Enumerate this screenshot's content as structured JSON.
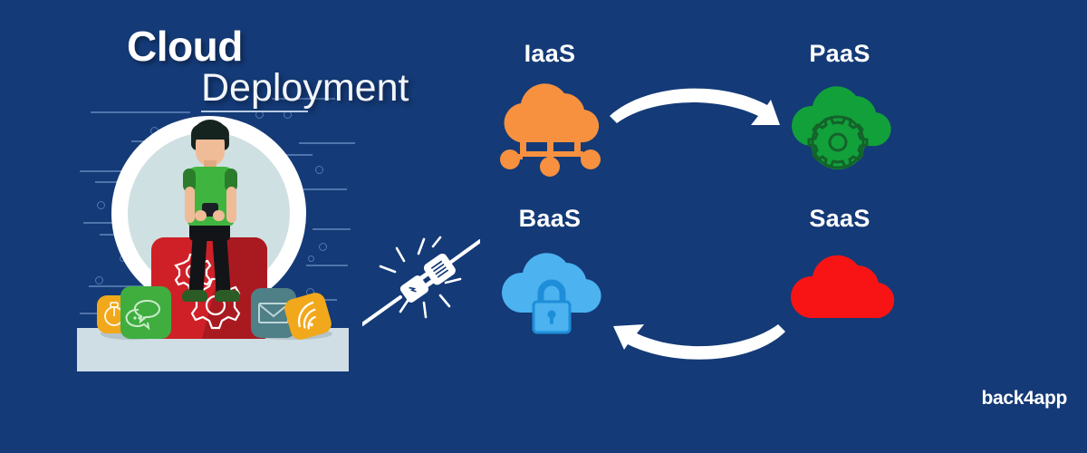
{
  "background_color": "#143a77",
  "title": {
    "line1": "Cloud",
    "line2": "Deployment"
  },
  "brand": {
    "logo_text": "back4app"
  },
  "chart_data": {
    "type": "diagram",
    "title": "Cloud Deployment",
    "layout": "2x2 cycle with curved arrows",
    "nodes": [
      {
        "id": "iaas",
        "label": "IaaS",
        "icon": "cloud-network-icon",
        "color": "#f7913f",
        "position": "top-left"
      },
      {
        "id": "paas",
        "label": "PaaS",
        "icon": "cloud-gear-icon",
        "color": "#12a03a",
        "position": "top-right"
      },
      {
        "id": "saas",
        "label": "SaaS",
        "icon": "cloud-icon",
        "color": "#f81414",
        "position": "bottom-right"
      },
      {
        "id": "baas",
        "label": "BaaS",
        "icon": "cloud-lock-icon",
        "color": "#4cb2f0",
        "position": "bottom-left"
      }
    ],
    "edges": [
      {
        "from": "IaaS",
        "to": "PaaS",
        "style": "curved-arrow",
        "direction": "right",
        "color": "#ffffff"
      },
      {
        "from": "SaaS",
        "to": "BaaS",
        "style": "curved-arrow",
        "direction": "left",
        "color": "#ffffff"
      }
    ]
  },
  "nodes": {
    "iaas": {
      "label": "IaaS",
      "color": "#f7913f"
    },
    "paas": {
      "label": "PaaS",
      "color": "#12a03a"
    },
    "saas": {
      "label": "SaaS",
      "color": "#f81414"
    },
    "baas": {
      "label": "BaaS",
      "color": "#4cb2f0"
    }
  },
  "illustration": {
    "description": "person-on-cube-with-phone",
    "accent_red": "#cf2027",
    "accent_green": "#3fb53f",
    "app_icons": [
      "stopwatch-icon",
      "chat-bubbles-icon",
      "envelope-icon",
      "wifi-signal-icon"
    ]
  },
  "connector": {
    "icon": "plug-and-socket-icon"
  }
}
